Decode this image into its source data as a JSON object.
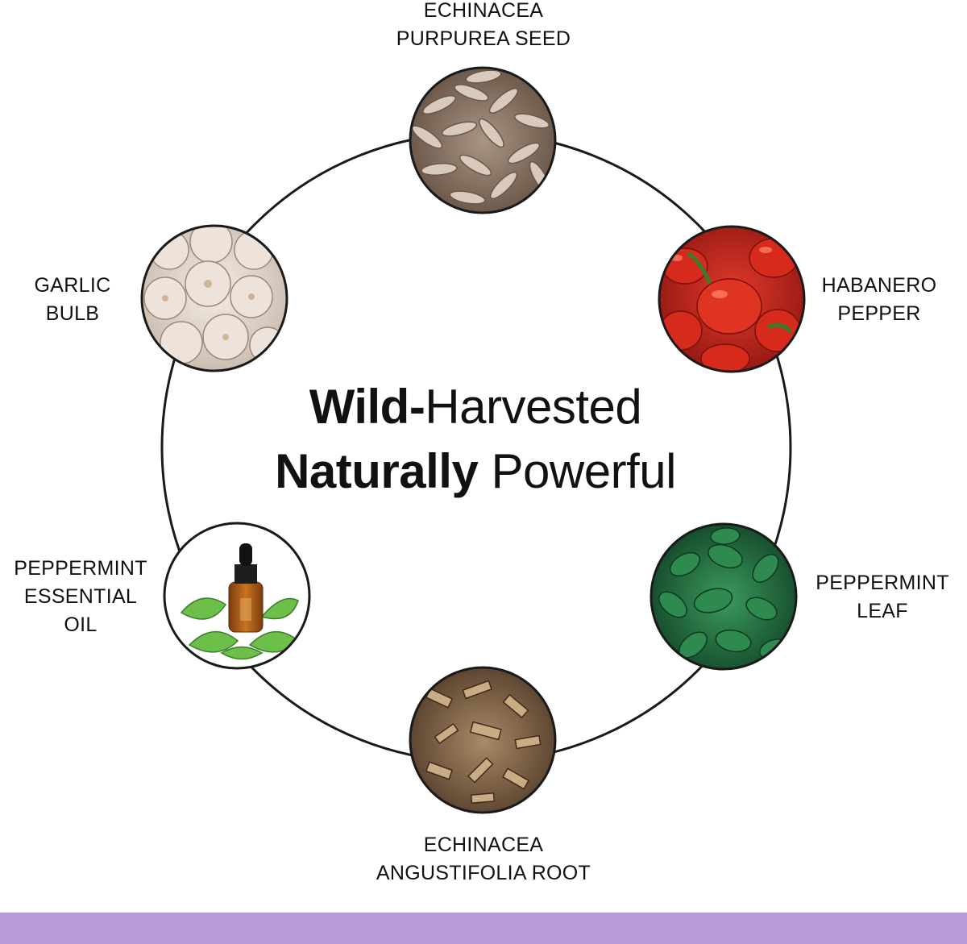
{
  "headline": {
    "line1_bold": "Wild-",
    "line1_regular": "Harvested",
    "line2_bold": "Naturally",
    "line2_regular": "Powerful"
  },
  "ingredients": [
    {
      "id": "echinacea-seed",
      "line1": "ECHINACEA",
      "line2": "PURPUREA SEED",
      "line3": "",
      "icon": "seeds-photo"
    },
    {
      "id": "habanero",
      "line1": "HABANERO",
      "line2": "PEPPER",
      "line3": "",
      "icon": "pepper-photo"
    },
    {
      "id": "peppermint-leaf",
      "line1": "PEPPERMINT",
      "line2": "LEAF",
      "line3": "",
      "icon": "mint-leaves-photo"
    },
    {
      "id": "echinacea-root",
      "line1": "ECHINACEA",
      "line2": "ANGUSTIFOLIA ROOT",
      "line3": "",
      "icon": "root-chips-photo"
    },
    {
      "id": "peppermint-oil",
      "line1": "PEPPERMINT",
      "line2": "ESSENTIAL",
      "line3": "OIL",
      "icon": "oil-bottle-photo"
    },
    {
      "id": "garlic",
      "line1": "GARLIC",
      "line2": "BULB",
      "line3": "",
      "icon": "garlic-photo"
    }
  ],
  "colors": {
    "ring": "#1a1a1a",
    "footer_band": "#b79ad9",
    "text": "#111111"
  }
}
